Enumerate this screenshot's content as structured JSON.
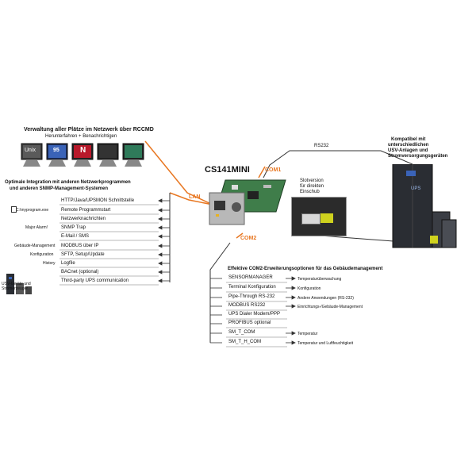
{
  "rccmd": {
    "title": "Verwaltung aller Plätze im Netzwerk über RCCMD",
    "subtitle": "Herunterfahren + Benachrichtigen",
    "monitors": [
      "Unix",
      "",
      "",
      "",
      ""
    ]
  },
  "integration": {
    "title_line1": "Optimale Integration mit anderen Netzwerkprogrammen",
    "title_line2": "und anderen SNMP-Management-Systemen",
    "items": [
      {
        "left": "",
        "label": "HTTP/Java/UPSMON Schnittstelle"
      },
      {
        "left": "C:\\myprogram.exe",
        "label": "Remote Programmstart"
      },
      {
        "left": "",
        "label": "Netzwerknachrichten"
      },
      {
        "left": "Major Alarm!",
        "label": "SNMP Trap"
      },
      {
        "left": "",
        "label": "E-Mail / SMS"
      },
      {
        "left": "Gebäude-Management",
        "label": "MODBUS über IP"
      },
      {
        "left": "Konfiguration",
        "label": "SFTP, Setup/Update"
      },
      {
        "left": "History",
        "label": "Logfile"
      },
      {
        "left": "",
        "label": "BACnet (optional)"
      },
      {
        "left": "USV-Geräte und Stromerzeuger",
        "label": "Third-party UPS communication"
      }
    ]
  },
  "device": {
    "name": "CS141MINI",
    "port_lan": "LAN",
    "port_com1": "COM1",
    "port_com2": "COM2",
    "rs232": "RS232"
  },
  "slot": {
    "line1": "Slotversion",
    "line2": "für direkten",
    "line3": "Einschub"
  },
  "compat": {
    "line1": "Kompatibel mit",
    "line2": "unterschiedlichen",
    "line3": "USV-Anlagen und",
    "line4": "Stromversorgungsgeräten",
    "ups_label": "UPS"
  },
  "com2_options": {
    "title": "Effektive COM2-Erweiterungsoptionen für das Gebäudemanagement",
    "items": [
      {
        "label": "SENSORMANAGER",
        "note": "Temperaturüberwachung"
      },
      {
        "label": "Terminal Konfiguration",
        "note": "Konfiguration"
      },
      {
        "label": "Pipe-Through RS-232",
        "note": "Andere Anwendungen (RS-232)"
      },
      {
        "label": "MODBUS RS232",
        "note": "Einrichtungs-/Gebäude-Management"
      },
      {
        "label": "UPS Dialer Modem/PPP",
        "note": ""
      },
      {
        "label": "PROFIBUS optional",
        "note": ""
      },
      {
        "label": "SM_T_COM",
        "note": "Temperatur"
      },
      {
        "label": "SM_T_H_COM",
        "note": "Temperatur und Luftfeuchtigkeit"
      }
    ]
  },
  "colors": {
    "accent_line": "#e87722",
    "ups_cabinet": "#2a2d33",
    "card_green": "#3f7d4a"
  }
}
